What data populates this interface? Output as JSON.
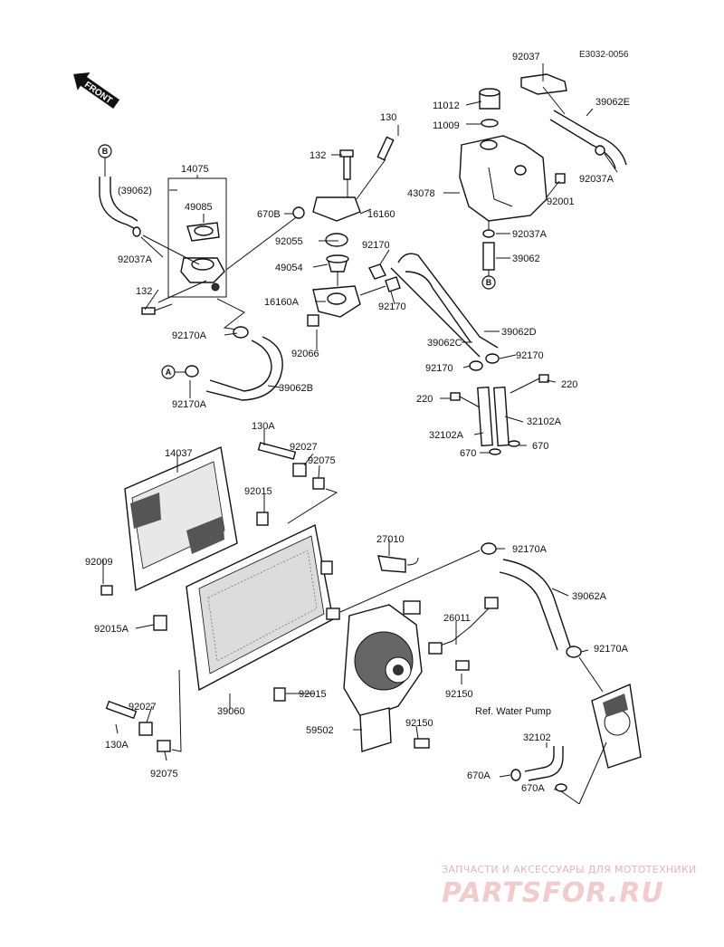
{
  "diagram_code": "E3032-0056",
  "front_label": "FRONT",
  "ref_label": "Ref. Water Pump",
  "watermark": {
    "line1": "ЗАПЧАСТИ И АКСЕССУАРЫ ДЛЯ МОТОТЕХНИКИ",
    "line2": "PARTSFOR.RU"
  },
  "connectors": {
    "a": "A",
    "b": "B"
  },
  "parts": {
    "p92037": "92037",
    "p11012": "11012",
    "p11009": "11009",
    "p39062E": "39062E",
    "p130": "130",
    "p132": "132",
    "p14075": "14075",
    "p39062_paren": "(39062)",
    "p49085": "49085",
    "p670B": "670B",
    "p16160": "16160",
    "p43078": "43078",
    "p92037A_r": "92037A",
    "p92001": "92001",
    "p92037A_l": "92037A",
    "p92055": "92055",
    "p92170_t": "92170",
    "p92037A_tank": "92037A",
    "p49054": "49054",
    "p39062": "39062",
    "p132_b": "132",
    "p16160A": "16160A",
    "p92170_m": "92170",
    "p92170A_l": "92170A",
    "p92066": "92066",
    "p39062D": "39062D",
    "p39062C": "39062C",
    "p92170_r": "92170",
    "p92170_r2": "92170",
    "p39062B": "39062B",
    "p92170A_b": "92170A",
    "p220_r": "220",
    "p220_l": "220",
    "p32102A_l": "32102A",
    "p32102A_r": "32102A",
    "p670_l": "670",
    "p670_r": "670",
    "p130A_t": "130A",
    "p14037": "14037",
    "p92027_t": "92027",
    "p92075_t": "92075",
    "p92015_t": "92015",
    "p27010": "27010",
    "p92170A_rt": "92170A",
    "p92009": "92009",
    "p39062A": "39062A",
    "p26011": "26011",
    "p92015A": "92015A",
    "p92170A_rb": "92170A",
    "p92015_b": "92015",
    "p92150_t": "92150",
    "p39060": "39060",
    "p92027_b": "92027",
    "p59502": "59502",
    "p92150_b": "92150",
    "p130A_b": "130A",
    "p32102": "32102",
    "p92075_b": "92075",
    "p670A_l": "670A",
    "p670A_r": "670A"
  }
}
